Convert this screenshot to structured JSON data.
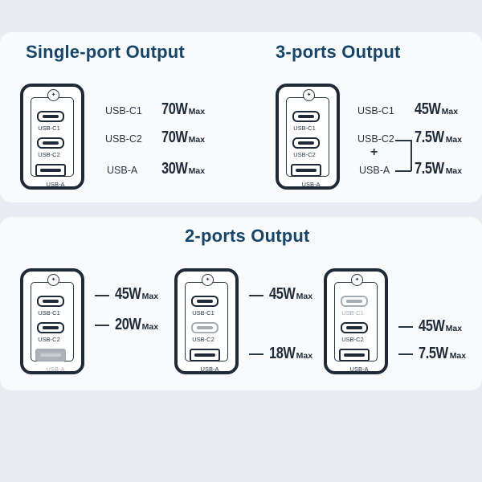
{
  "single_port": {
    "title": "Single-port Output",
    "rows": [
      {
        "port": "USB-C1",
        "watt": "70W",
        "max": "Max"
      },
      {
        "port": "USB-C2",
        "watt": "70W",
        "max": "Max"
      },
      {
        "port": "USB-A",
        "watt": "30W",
        "max": "Max"
      }
    ]
  },
  "three_ports": {
    "title": "3-ports Output",
    "rows": [
      {
        "port": "USB-C1",
        "watt": "45W",
        "max": "Max"
      },
      {
        "port": "USB-C2",
        "watt": "7.5W",
        "max": "Max"
      },
      {
        "port": "USB-A",
        "watt": "7.5W",
        "max": "Max"
      }
    ],
    "plus": "+"
  },
  "two_ports": {
    "title": "2-ports Output",
    "configs": [
      {
        "watts": [
          {
            "watt": "45W",
            "max": "Max"
          },
          {
            "watt": "20W",
            "max": "Max"
          }
        ]
      },
      {
        "watts": [
          {
            "watt": "45W",
            "max": "Max"
          },
          {
            "watt": "18W",
            "max": "Max"
          }
        ]
      },
      {
        "watts": [
          {
            "watt": "45W",
            "max": "Max"
          },
          {
            "watt": "7.5W",
            "max": "Max"
          }
        ]
      }
    ]
  },
  "port_labels": {
    "c1": "USB-C1",
    "c2": "USB-C2",
    "a": "USB-A"
  },
  "logo_glyph": "✦",
  "colors": {
    "title": "#16456b",
    "ink": "#1e2a38",
    "dim": "#a7adb5",
    "panel": "#f9fafc",
    "background": "#e9edf3"
  }
}
